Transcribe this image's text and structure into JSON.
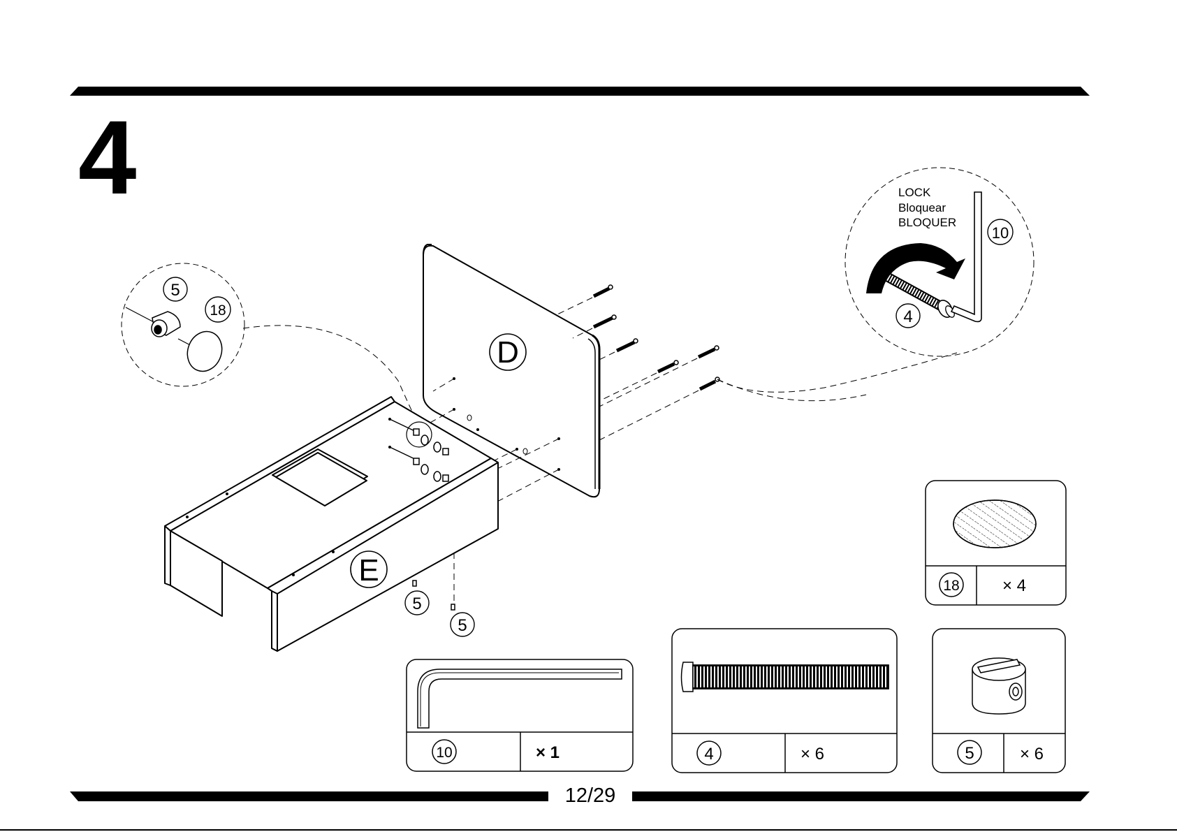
{
  "step": {
    "number": "4"
  },
  "panels": {
    "top": "D",
    "bottom": "E"
  },
  "lock_note": {
    "line1": "LOCK",
    "line2": "Bloquear",
    "line3": "BLOQUER"
  },
  "callouts": {
    "detail_cam": "5",
    "detail_cap": "18",
    "lock_wrench": "10",
    "lock_bolt": "4",
    "under_cam_1": "5",
    "under_cam_2": "5"
  },
  "parts": [
    {
      "part_number": "18",
      "quantity_label": "× 4",
      "icon": "cap-icon"
    },
    {
      "part_number": "10",
      "quantity_label": "× 1",
      "icon": "allen-key-icon"
    },
    {
      "part_number": "4",
      "quantity_label": "× 6",
      "icon": "bolt-icon"
    },
    {
      "part_number": "5",
      "quantity_label": "× 6",
      "icon": "cam-nut-icon"
    }
  ],
  "page": {
    "label": "12/29"
  }
}
